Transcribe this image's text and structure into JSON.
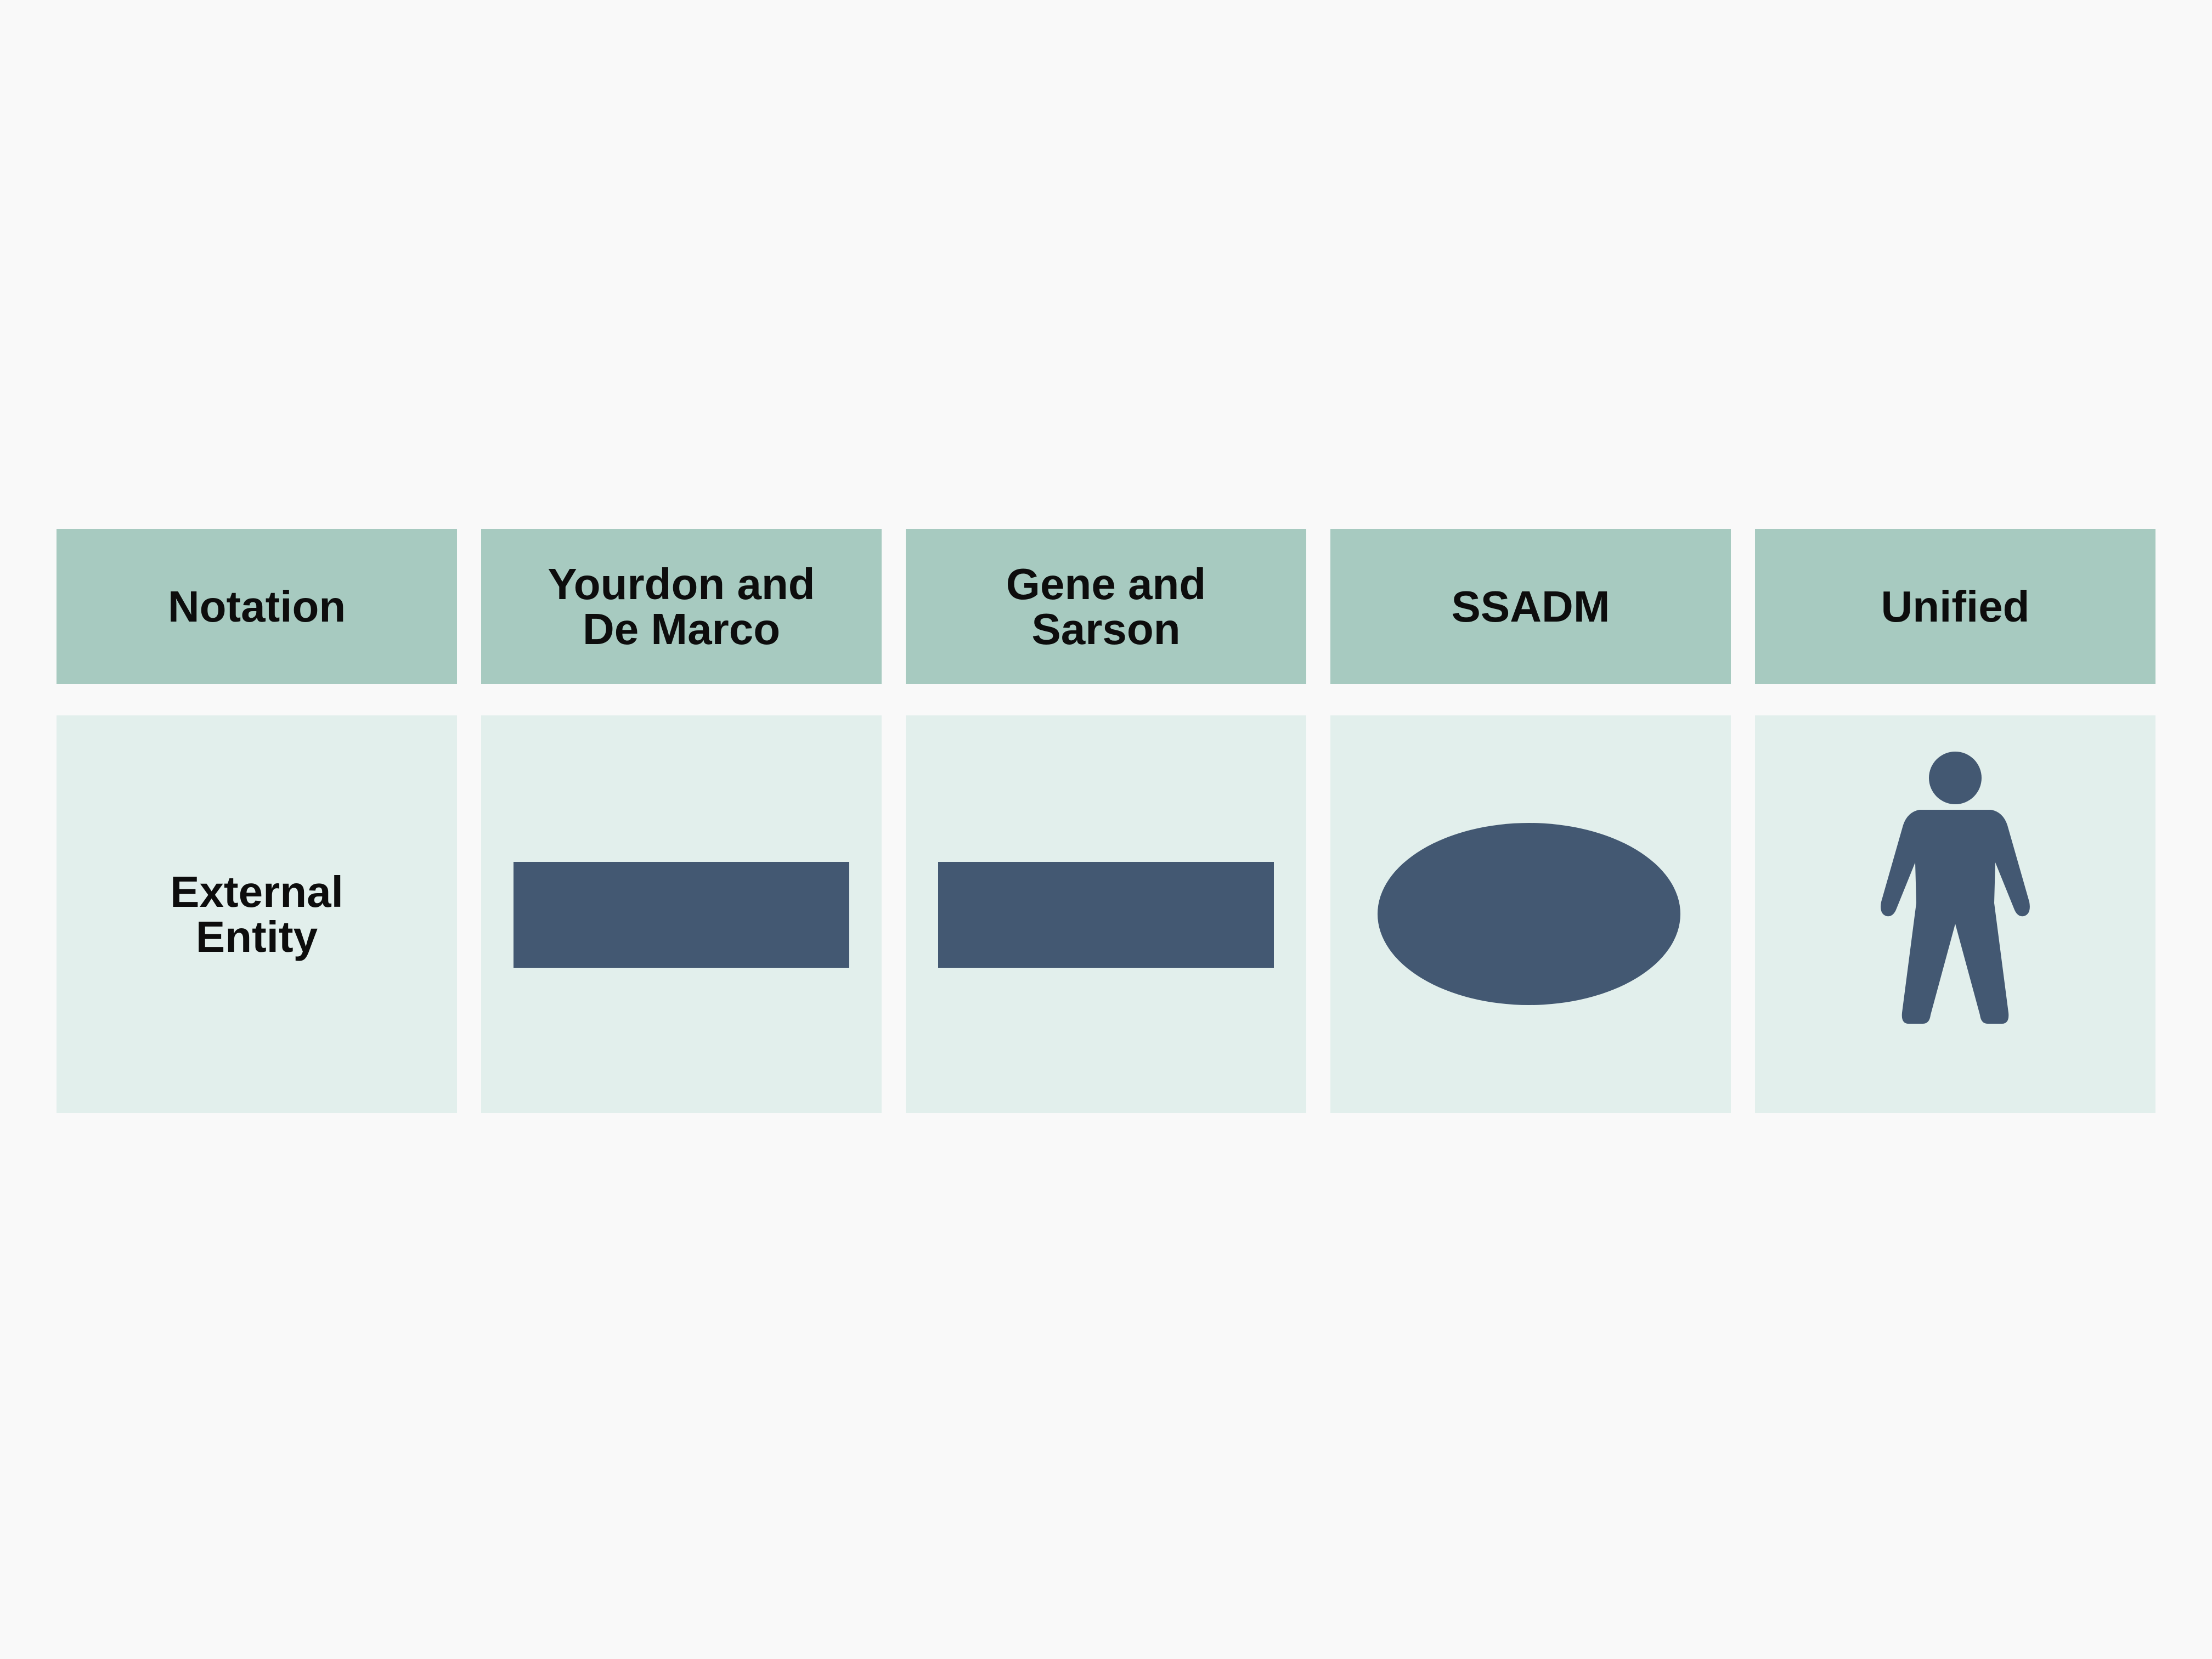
{
  "table": {
    "headers": [
      "Notation",
      "Yourdon and\nDe Marco",
      "Gene and\nSarson",
      "SSADM",
      "Unified"
    ],
    "rows": [
      {
        "label": "External\nEntity",
        "symbols": [
          "rectangle-icon",
          "rectangle-icon",
          "ellipse-icon",
          "person-icon"
        ]
      }
    ]
  },
  "colors": {
    "background": "#f9f9f9",
    "header_fill": "#a7cac0",
    "body_fill": "#e2efec",
    "symbol_fill": "#435872",
    "text": "#0d0d0d"
  }
}
